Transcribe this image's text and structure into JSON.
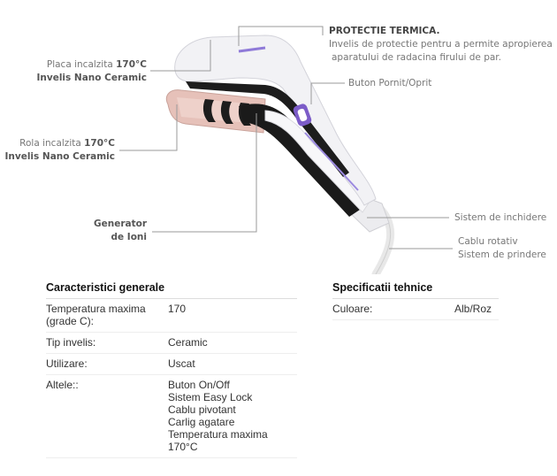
{
  "callouts": {
    "placa_line1_prefix": "Placa incalzita ",
    "placa_line1_temp": "170°C",
    "placa_line2": "Invelis Nano Ceramic",
    "rola_line1_prefix": "Rola incalzita ",
    "rola_line1_temp": "170°C",
    "rola_line2": "Invelis Nano Ceramic",
    "generator_line1": "Generator",
    "generator_line2": "de Ioni",
    "protectie_title": "PROTECTIE TERMICA.",
    "protectie_line1": "Invelis de protectie pentru a permite apropierea",
    "protectie_line2": "aparatului de radacina firului de par.",
    "buton": "Buton Pornit/Oprit",
    "sistem_inchidere": "Sistem de inchidere",
    "cablu_line1": "Cablu rotativ",
    "cablu_line2": "Sistem de prindere"
  },
  "general": {
    "title": "Caracteristici generale",
    "rows": [
      {
        "key": "Temperatura maxima (grade C):",
        "values": [
          "170"
        ]
      },
      {
        "key": "Tip invelis:",
        "values": [
          "Ceramic"
        ]
      },
      {
        "key": "Utilizare:",
        "values": [
          "Uscat"
        ]
      },
      {
        "key": "Altele::",
        "values": [
          "Buton On/Off",
          "Sistem Easy Lock",
          "Cablu pivotant",
          "Carlig agatare",
          "Temperatura maxima",
          "170°C"
        ]
      }
    ]
  },
  "tehnice": {
    "title": "Specificatii tehnice",
    "rows": [
      {
        "key": "Culoare:",
        "values": [
          "Alb/Roz"
        ]
      }
    ]
  },
  "colors": {
    "body": "#f4f4f6",
    "accent": "#7c5cc8",
    "rose": "#e3b8b0",
    "dark": "#1b1b1b",
    "leader": "#9a9a9a"
  }
}
